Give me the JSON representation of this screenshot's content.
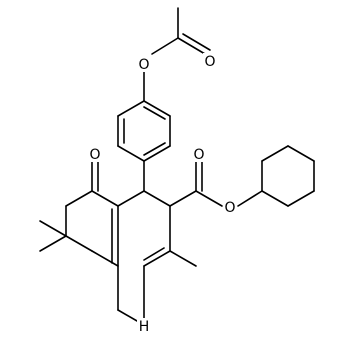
{
  "molecule": {
    "atoms": [
      {
        "id": "O_ester",
        "label": "O"
      },
      {
        "id": "O_carbonyl_acetate",
        "label": "O"
      },
      {
        "id": "O_ketone",
        "label": "O"
      },
      {
        "id": "O_carbonyl_ester",
        "label": "O"
      },
      {
        "id": "O_cyclohexyl",
        "label": "O"
      },
      {
        "id": "N1",
        "label": "H"
      }
    ],
    "colors": {
      "bond": "#000000",
      "label": "#000000",
      "background": "#ffffff"
    }
  }
}
